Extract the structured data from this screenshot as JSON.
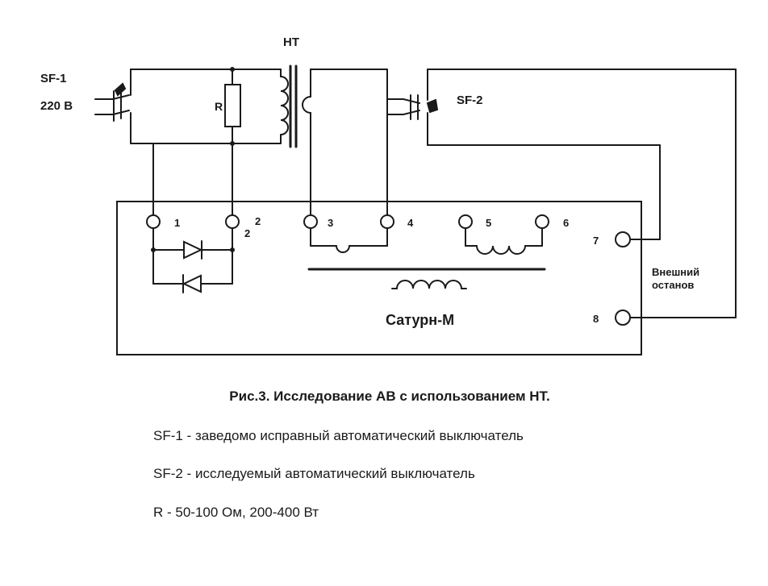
{
  "diagram": {
    "labels": {
      "sf1": "SF-1",
      "voltage": "220 В",
      "ht": "НТ",
      "resistor": "R",
      "sf2": "SF-2",
      "t1": "1",
      "t2": "2",
      "t2b": "2",
      "t3": "3",
      "t4": "4",
      "t5": "5",
      "t6": "6",
      "t7": "7",
      "t8": "8",
      "ext_stop_1": "Внешний",
      "ext_stop_2": "останов",
      "device": "Сатурн-М"
    }
  },
  "caption": {
    "title": "Рис.3. Исследование АВ  с использованием НТ.",
    "legend": [
      "SF-1 - заведомо исправный автоматический выключатель",
      "SF-2 - исследуемый автоматический выключатель",
      "R - 50-100 Ом,  200-400 Вт"
    ]
  }
}
